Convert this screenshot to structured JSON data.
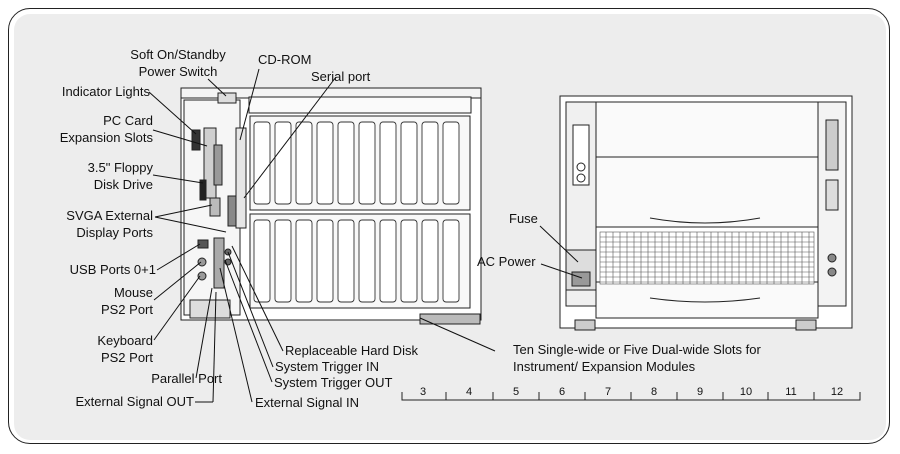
{
  "labels": {
    "soft_on_1": "Soft On/Standby",
    "soft_on_2": "Power Switch",
    "cdrom": "CD-ROM",
    "serial": "Serial port",
    "indicator": "Indicator Lights",
    "pccard_1": "PC Card",
    "pccard_2": "Expansion Slots",
    "floppy_1": "3.5\" Floppy",
    "floppy_2": "Disk Drive",
    "svga_1": "SVGA External",
    "svga_2": "Display Ports",
    "usb": "USB Ports 0+1",
    "mouse_1": "Mouse",
    "mouse_2": "PS2 Port",
    "keyboard_1": "Keyboard",
    "keyboard_2": "PS2 Port",
    "parallel": "Parallel Port",
    "ext_out": "External Signal OUT",
    "hard_disk": "Replaceable Hard Disk",
    "trig_in": "System Trigger IN",
    "trig_out": "System Trigger OUT",
    "ext_in": "External Signal IN",
    "slots_1": "Ten Single-wide or Five Dual-wide Slots for",
    "slots_2": "Instrument/ Expansion Modules",
    "fuse": "Fuse",
    "ac_power": "AC Power"
  },
  "slot_numbers": [
    "3",
    "4",
    "5",
    "6",
    "7",
    "8",
    "9",
    "10",
    "11",
    "12"
  ]
}
